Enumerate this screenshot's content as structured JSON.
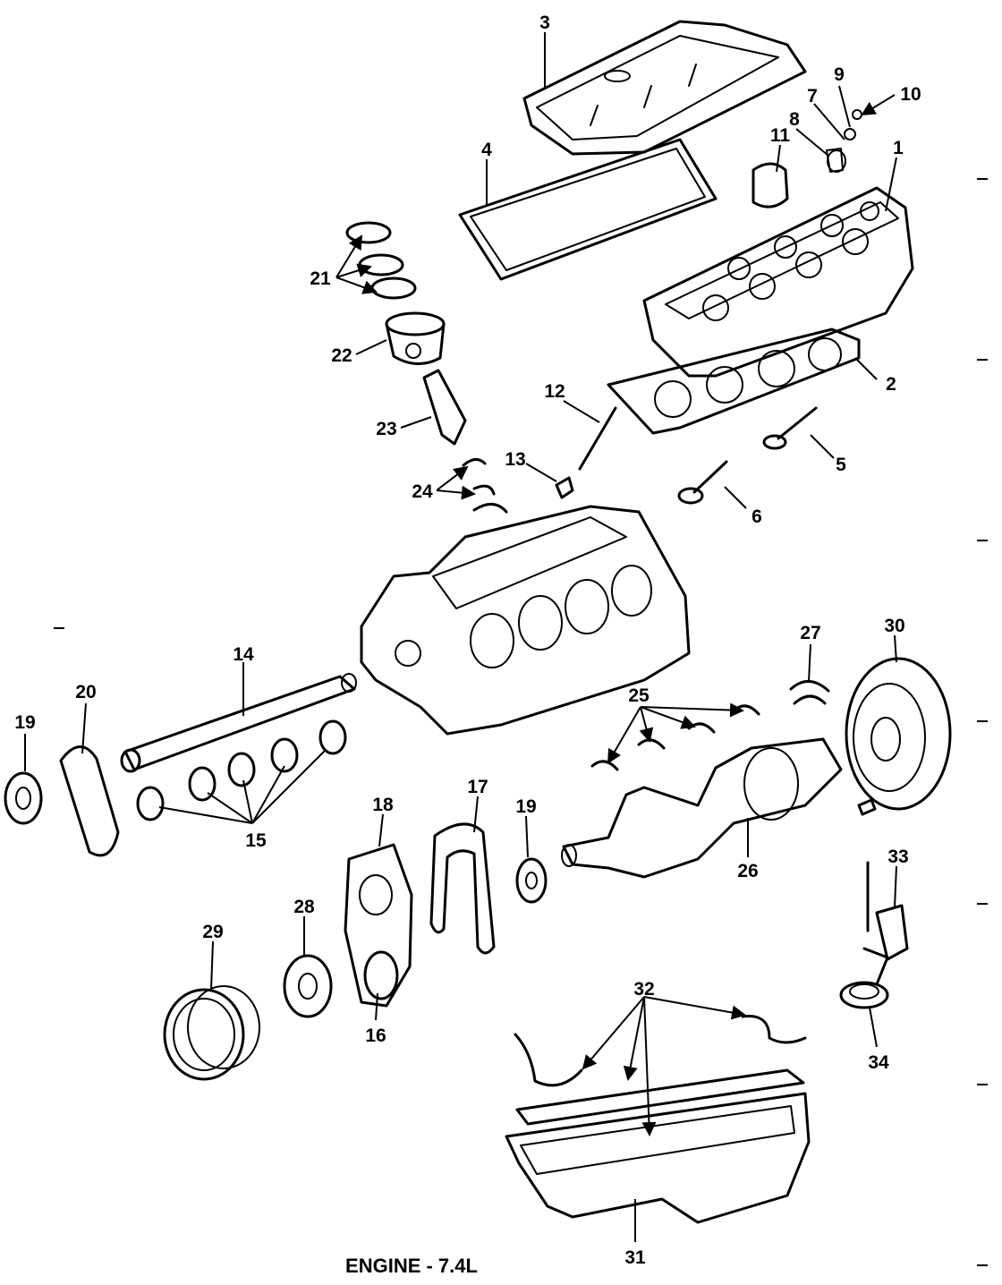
{
  "caption": "ENGINE - 7.4L",
  "callouts": {
    "c1": "1",
    "c2": "2",
    "c3": "3",
    "c4": "4",
    "c5": "5",
    "c6": "6",
    "c7": "7",
    "c8": "8",
    "c9": "9",
    "c10": "10",
    "c11": "11",
    "c12": "12",
    "c13": "13",
    "c14": "14",
    "c15": "15",
    "c16": "16",
    "c17": "17",
    "c18": "18",
    "c19a": "19",
    "c19b": "19",
    "c20": "20",
    "c21": "21",
    "c22": "22",
    "c23": "23",
    "c24": "24",
    "c25": "25",
    "c26": "26",
    "c27": "27",
    "c28": "28",
    "c29": "29",
    "c30": "30",
    "c31": "31",
    "c32": "32",
    "c33": "33",
    "c34": "34"
  }
}
